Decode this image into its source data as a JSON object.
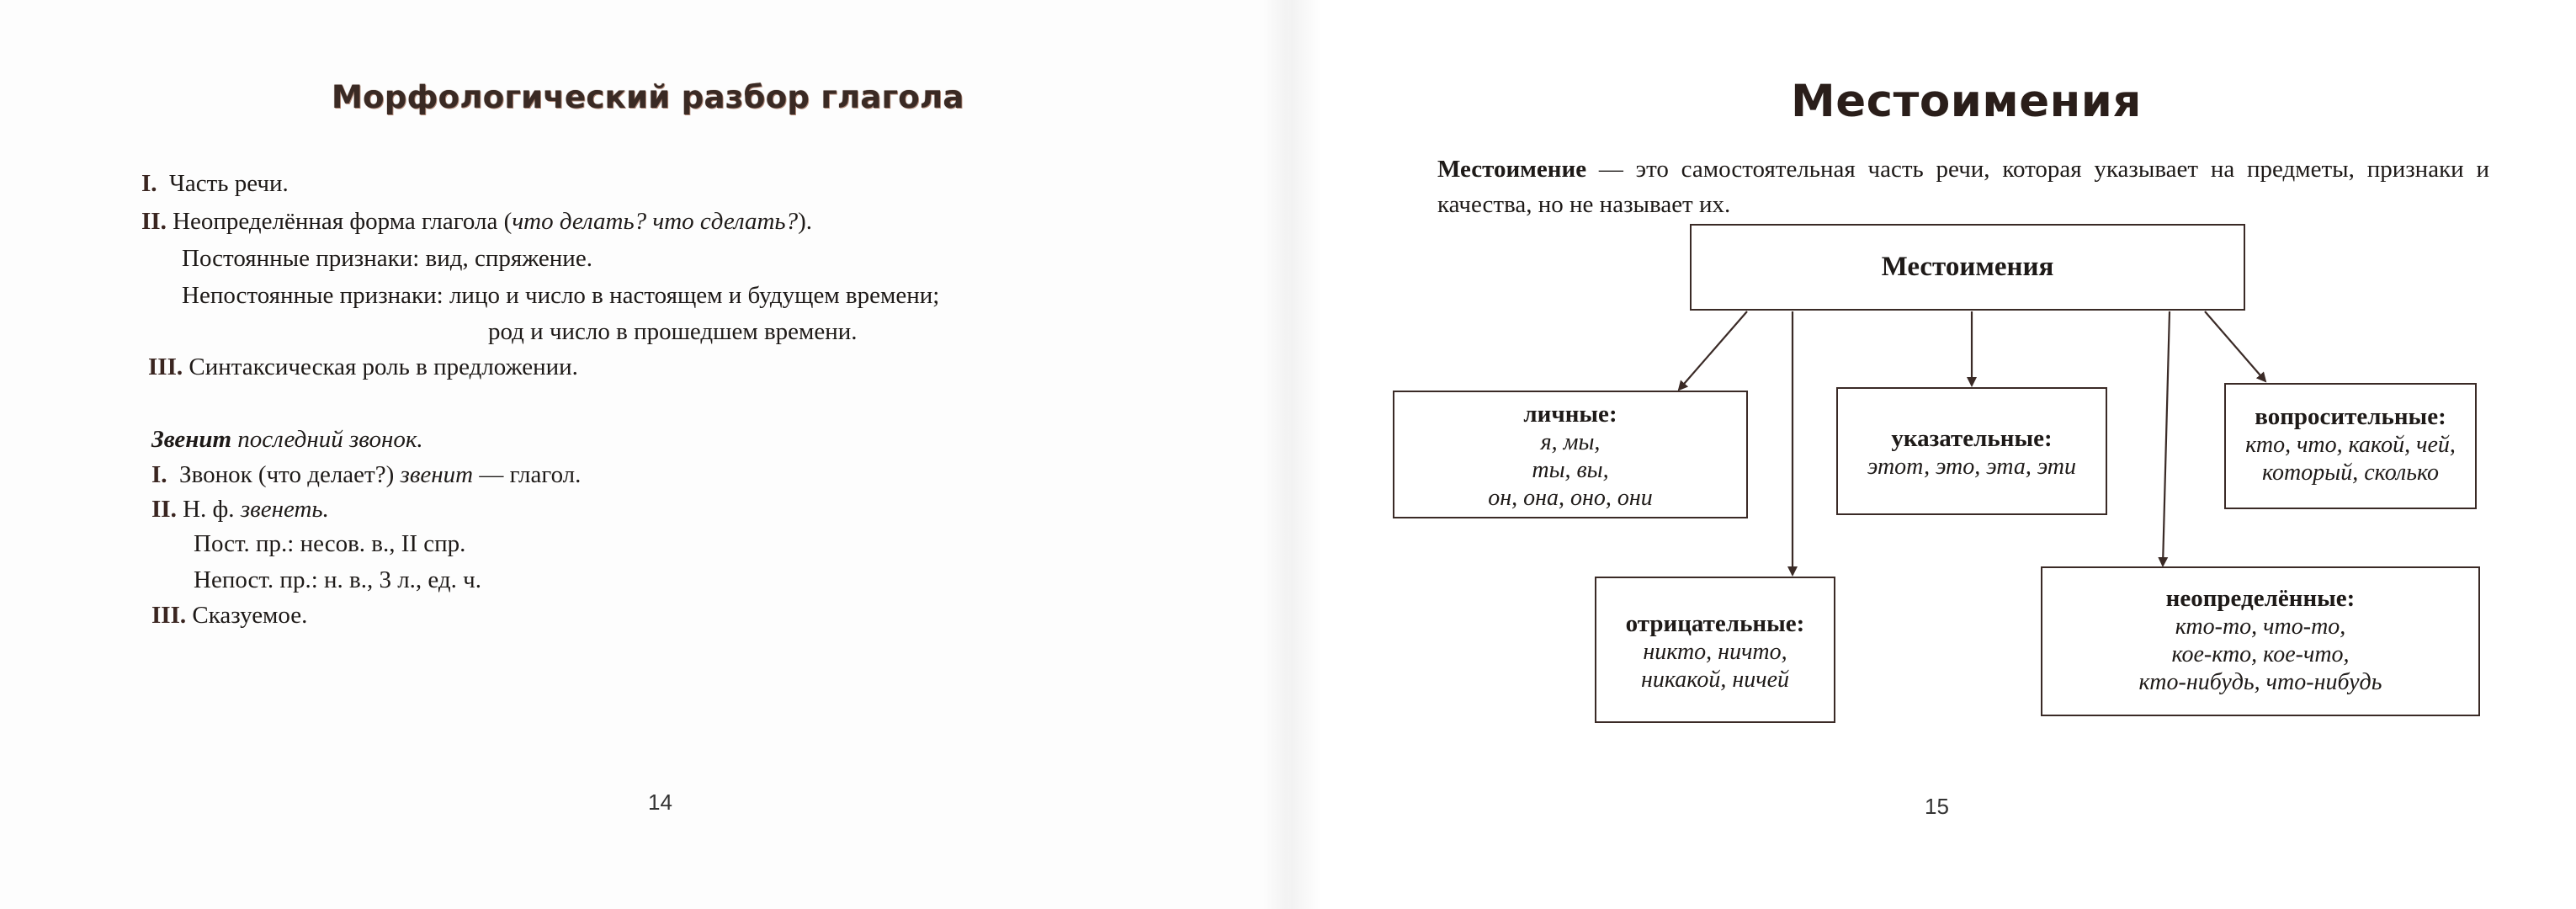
{
  "left_page": {
    "title": "Морфологический разбор глагола",
    "outline": [
      {
        "num": "I.",
        "text": "Часть речи."
      },
      {
        "num": "II.",
        "text_a": "Неопределённая форма глагола (",
        "text_italic": "что делать? что сделать?",
        "text_b": ")."
      },
      {
        "text": "Постоянные признаки: вид, спряжение."
      },
      {
        "text": "Непостоянные признаки: лицо и число в настоящем и будущем времени;"
      },
      {
        "text": "род и число в прошедшем времени."
      },
      {
        "num": "III.",
        "text": "Синтаксическая роль в предложении."
      }
    ],
    "example": {
      "sentence_bold": "Звенит",
      "sentence_rest": " последний звонок.",
      "line1_num": "I.",
      "line1_a": "Звонок (что делает?) ",
      "line1_italic": "звенит",
      "line1_b": " — глагол.",
      "line2_num": "II.",
      "line2_a": "Н. ф. ",
      "line2_italic": "звенеть.",
      "line3": "Пост. пр.: несов. в., II спр.",
      "line4": "Непост. пр.: н. в., 3 л., ед. ч.",
      "line5_num": "III.",
      "line5": "Сказуемое."
    },
    "page_number": "14"
  },
  "right_page": {
    "title": "Местоимения",
    "definition_term": "Местоимение",
    "definition_rest": " — это самостоятельная часть речи, которая указывает на предметы, признаки и качества, но не называет их.",
    "diagram": {
      "root": "Местоимения",
      "boxes": [
        {
          "label": "личные",
          "items": [
            "я, мы,",
            "ты, вы,",
            "он, она, оно, они"
          ]
        },
        {
          "label": "указательные",
          "items": [
            "этот, это, эта, эти"
          ]
        },
        {
          "label": "вопросительные",
          "items": [
            "кто, что, какой, чей,",
            "который, сколько"
          ]
        },
        {
          "label": "отрицательные",
          "items": [
            "никто, ничто,",
            "никакой, ничей"
          ]
        },
        {
          "label": "неопределённые",
          "items": [
            "кто-то, что-то,",
            "кое-кто, кое-что,",
            "кто-нибудь, что-нибудь"
          ]
        }
      ]
    },
    "page_number": "15"
  },
  "colors": {
    "text": "#1e1a18",
    "box_border": "#3a2a26",
    "arrow": "#3a2a26",
    "title_left": "#3a2a24"
  }
}
